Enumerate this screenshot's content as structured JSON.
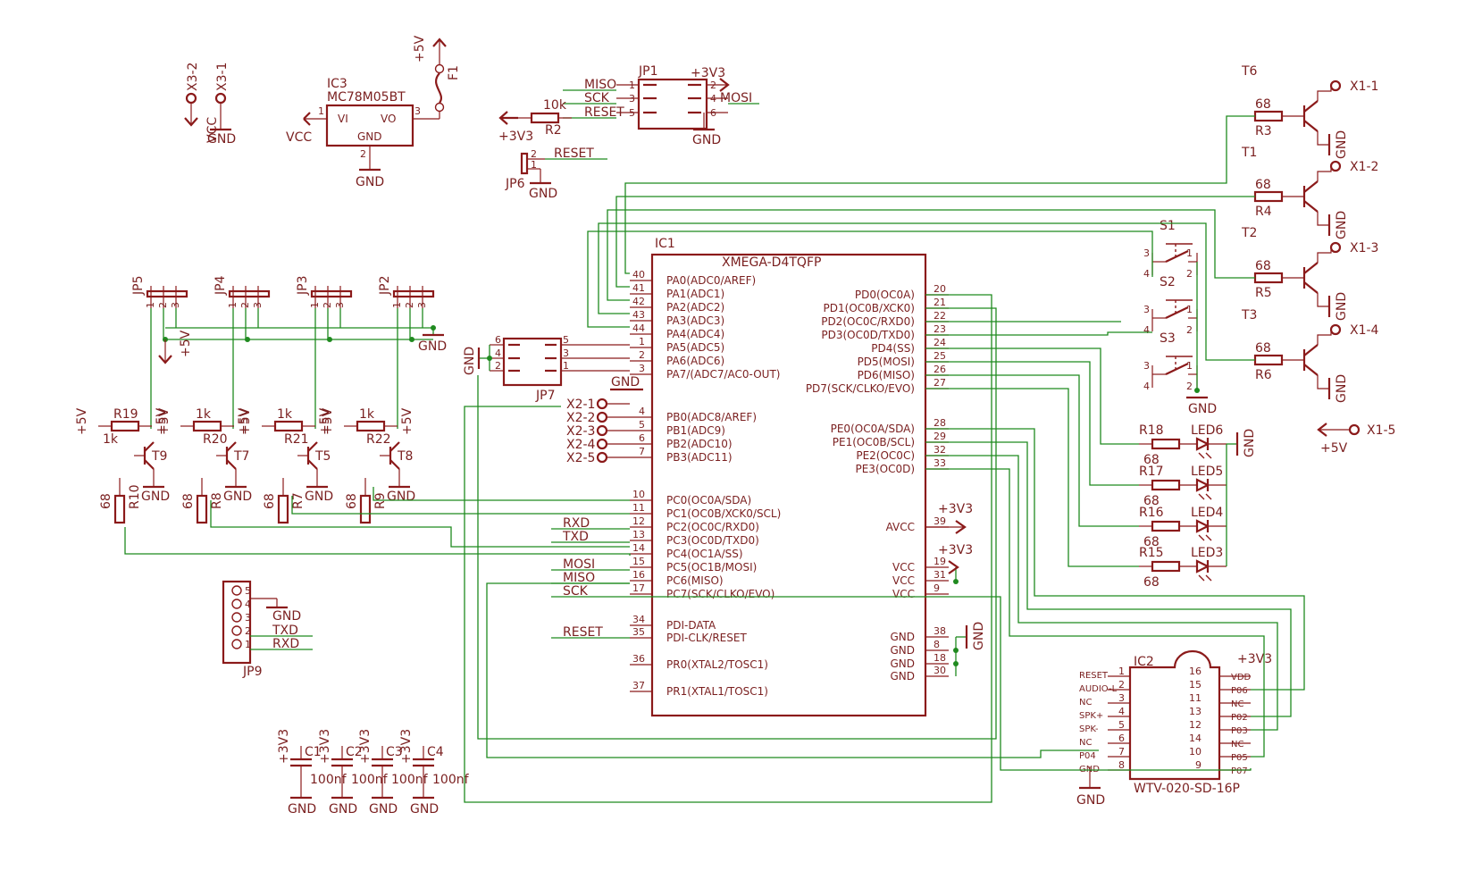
{
  "ic1": {
    "name": "IC1",
    "value": "XMEGA-D4TQFP",
    "left_pins": [
      {
        "num": "40",
        "name": "PA0(ADC0/AREF)"
      },
      {
        "num": "41",
        "name": "PA1(ADC1)"
      },
      {
        "num": "42",
        "name": "PA2(ADC2)"
      },
      {
        "num": "43",
        "name": "PA3(ADC3)"
      },
      {
        "num": "44",
        "name": "PA4(ADC4)"
      },
      {
        "num": "1",
        "name": "PA5(ADC5)"
      },
      {
        "num": "2",
        "name": "PA6(ADC6)"
      },
      {
        "num": "3",
        "name": "PA7/(ADC7/AC0-OUT)"
      },
      {
        "num": "4",
        "name": "PB0(ADC8/AREF)"
      },
      {
        "num": "5",
        "name": "PB1(ADC9)"
      },
      {
        "num": "6",
        "name": "PB2(ADC10)"
      },
      {
        "num": "7",
        "name": "PB3(ADC11)"
      },
      {
        "num": "10",
        "name": "PC0(OC0A/SDA)"
      },
      {
        "num": "11",
        "name": "PC1(OC0B/XCK0/SCL)"
      },
      {
        "num": "12",
        "name": "PC2(OC0C/RXD0)"
      },
      {
        "num": "13",
        "name": "PC3(OC0D/TXD0)"
      },
      {
        "num": "14",
        "name": "PC4(OC1A/SS)"
      },
      {
        "num": "15",
        "name": "PC5(OC1B/MOSI)"
      },
      {
        "num": "16",
        "name": "PC6(MISO)"
      },
      {
        "num": "17",
        "name": "PC7(SCK/CLKO/EVO)"
      },
      {
        "num": "34",
        "name": "PDI-DATA"
      },
      {
        "num": "35",
        "name": "PDI-CLK/RESET"
      },
      {
        "num": "36",
        "name": "PR0(XTAL2/TOSC1)"
      },
      {
        "num": "37",
        "name": "PR1(XTAL1/TOSC1)"
      }
    ],
    "right_pins": [
      {
        "num": "20",
        "name": "PD0(OC0A)"
      },
      {
        "num": "21",
        "name": "PD1(OC0B/XCK0)"
      },
      {
        "num": "22",
        "name": "PD2(OC0C/RXD0)"
      },
      {
        "num": "23",
        "name": "PD3(OC0D/TXD0)"
      },
      {
        "num": "24",
        "name": "PD4(SS)"
      },
      {
        "num": "25",
        "name": "PD5(MOSI)"
      },
      {
        "num": "26",
        "name": "PD6(MISO)"
      },
      {
        "num": "27",
        "name": "PD7(SCK/CLKO/EVO)"
      },
      {
        "num": "28",
        "name": "PE0(OC0A/SDA)"
      },
      {
        "num": "29",
        "name": "PE1(OC0B/SCL)"
      },
      {
        "num": "32",
        "name": "PE2(OC0C)"
      },
      {
        "num": "33",
        "name": "PE3(OC0D)"
      },
      {
        "num": "39",
        "name": "AVCC"
      },
      {
        "num": "19",
        "name": "VCC"
      },
      {
        "num": "31",
        "name": "VCC"
      },
      {
        "num": "9",
        "name": "VCC"
      },
      {
        "num": "38",
        "name": "GND"
      },
      {
        "num": "8",
        "name": "GND"
      },
      {
        "num": "18",
        "name": "GND"
      },
      {
        "num": "30",
        "name": "GND"
      }
    ]
  },
  "ic2": {
    "name": "IC2",
    "value": "WTV-020-SD-16P",
    "left_pins": [
      {
        "num": "1",
        "name": "RESET"
      },
      {
        "num": "2",
        "name": "AUDIO-L"
      },
      {
        "num": "3",
        "name": "NC"
      },
      {
        "num": "4",
        "name": "SPK+"
      },
      {
        "num": "5",
        "name": "SPK-"
      },
      {
        "num": "6",
        "name": "NC"
      },
      {
        "num": "7",
        "name": "P04"
      },
      {
        "num": "8",
        "name": "GND"
      }
    ],
    "right_pins": [
      {
        "num": "16",
        "name": "VDD"
      },
      {
        "num": "15",
        "name": "P06"
      },
      {
        "num": "11",
        "name": "NC"
      },
      {
        "num": "13",
        "name": "P02"
      },
      {
        "num": "12",
        "name": "P03"
      },
      {
        "num": "14",
        "name": "NC"
      },
      {
        "num": "10",
        "name": "P05"
      },
      {
        "num": "9",
        "name": "P07"
      }
    ],
    "supply": "+3V3",
    "gnd": "GND"
  },
  "ic3": {
    "name": "IC3",
    "value": "MC78M05BT",
    "vi": "VI",
    "vo": "VO",
    "gnd_pin": "GND",
    "pin1": "1",
    "pin2": "2",
    "pin3": "3",
    "vcc": "VCC",
    "gnd": "GND"
  },
  "fuse": {
    "name": "F1",
    "supply": "+5V"
  },
  "x3": {
    "x3_2": "X3-2",
    "x3_1": "X3-1",
    "vcc": "VCC",
    "gnd": "GND"
  },
  "jp1": {
    "name": "JP1",
    "supply": "+3V3",
    "gnd": "GND",
    "left_nets": [
      "MISO",
      "SCK",
      "RESET"
    ],
    "left_nums": [
      "1",
      "3",
      "5"
    ],
    "right_nums": [
      "2",
      "4",
      "6"
    ],
    "right_net": "MOSI"
  },
  "r2": {
    "name": "R2",
    "value": "10k",
    "supply": "+3V3"
  },
  "jp6": {
    "name": "JP6",
    "net": "RESET",
    "gnd": "GND",
    "pin1": "1",
    "pin2": "2"
  },
  "jp7": {
    "name": "JP7",
    "gnd_left": "GND",
    "gnd_bottom": "GND",
    "pins_left": [
      "6",
      "4",
      "2"
    ],
    "pins_right": [
      "5",
      "3",
      "1"
    ]
  },
  "x2_pads": [
    "X2-1",
    "X2-2",
    "X2-3",
    "X2-4",
    "X2-5"
  ],
  "headers": [
    {
      "name": "JP5",
      "pins": [
        "1",
        "2",
        "3"
      ]
    },
    {
      "name": "JP4",
      "pins": [
        "1",
        "2",
        "3"
      ]
    },
    {
      "name": "JP3",
      "pins": [
        "1",
        "2",
        "3"
      ]
    },
    {
      "name": "JP2",
      "pins": [
        "1",
        "2",
        "3"
      ]
    }
  ],
  "header_supply": "+5V",
  "header_gnd": "GND",
  "drivers": [
    {
      "r_base": "R19",
      "r_base_val": "1k",
      "t": "T9",
      "r_emit": "R10",
      "r_emit_val": "68",
      "supply": "+5V",
      "gnd": "GND"
    },
    {
      "r_base": "R20",
      "r_base_val": "1k",
      "t": "T7",
      "r_emit": "R8",
      "r_emit_val": "68",
      "supply": "+5V",
      "gnd": "GND"
    },
    {
      "r_base": "R21",
      "r_base_val": "1k",
      "t": "T5",
      "r_emit": "R7",
      "r_emit_val": "68",
      "supply": "+5V",
      "gnd": "GND"
    },
    {
      "r_base": "R22",
      "r_base_val": "1k",
      "t": "T8",
      "r_emit": "R9",
      "r_emit_val": "68",
      "supply": "+5V",
      "gnd": "GND"
    }
  ],
  "ports": {
    "rxd": "RXD",
    "txd": "TXD",
    "mosi": "MOSI",
    "miso": "MISO",
    "sck": "SCK",
    "reset": "RESET"
  },
  "jp9": {
    "name": "JP9",
    "pins": [
      "5",
      "4",
      "3",
      "2",
      "1"
    ],
    "nets": [
      "GND",
      "TXD",
      "RXD"
    ]
  },
  "caps": [
    {
      "name": "C1",
      "value": "100nf",
      "supply": "+3V3",
      "gnd": "GND"
    },
    {
      "name": "C2",
      "value": "100nf",
      "supply": "+3V3",
      "gnd": "GND"
    },
    {
      "name": "C3",
      "value": "100nf",
      "supply": "+3V3",
      "gnd": "GND"
    },
    {
      "name": "C4",
      "value": "100nf",
      "supply": "+3V3",
      "gnd": "GND"
    }
  ],
  "switches": [
    {
      "name": "S1",
      "pins": [
        "3",
        "4",
        "1",
        "2"
      ]
    },
    {
      "name": "S2",
      "pins": [
        "3",
        "4",
        "1",
        "2"
      ]
    },
    {
      "name": "S3",
      "pins": [
        "3",
        "4",
        "1",
        "2"
      ]
    }
  ],
  "switch_gnd": "GND",
  "leds": [
    {
      "r": "R18",
      "r_val": "68",
      "led": "LED6"
    },
    {
      "r": "R17",
      "r_val": "68",
      "led": "LED5"
    },
    {
      "r": "R16",
      "r_val": "68",
      "led": "LED4"
    },
    {
      "r": "R15",
      "r_val": "68",
      "led": "LED3"
    }
  ],
  "led_gnd": "GND",
  "outputs": [
    {
      "t": "T6",
      "r": "R3",
      "r_val": "68",
      "x": "X1-1",
      "gnd": "GND"
    },
    {
      "t": "T1",
      "r": "R4",
      "r_val": "68",
      "x": "X1-2",
      "gnd": "GND"
    },
    {
      "t": "T2",
      "r": "R5",
      "r_val": "68",
      "x": "X1-3",
      "gnd": "GND"
    },
    {
      "t": "T3",
      "r": "R6",
      "r_val": "68",
      "x": "X1-4",
      "gnd": "GND"
    }
  ],
  "x1_5": {
    "name": "X1-5",
    "supply": "+5V"
  },
  "avcc_supply": "+3V3",
  "vcc_supply": "+3V3",
  "ic1_gnd": "GND"
}
